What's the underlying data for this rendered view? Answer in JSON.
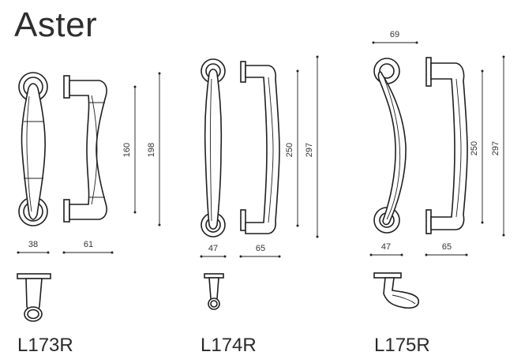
{
  "title": "Aster",
  "products": [
    {
      "code": "L173R",
      "dims": {
        "width": "38",
        "depth": "61",
        "center": "160",
        "length": "198"
      }
    },
    {
      "code": "L174R",
      "dims": {
        "width": "47",
        "depth": "65",
        "center": "250",
        "length": "297"
      }
    },
    {
      "code": "L175R",
      "dims": {
        "width": "47",
        "depth": "65",
        "center": "250",
        "length": "297",
        "offset": "69"
      }
    }
  ]
}
